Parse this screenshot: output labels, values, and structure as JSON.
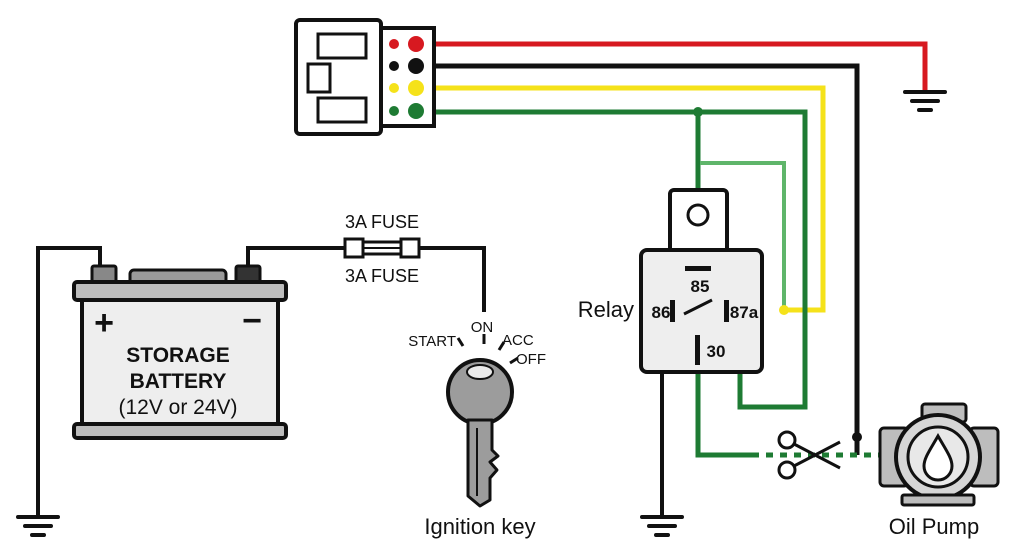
{
  "battery": {
    "plus": "+",
    "minus": "−",
    "line1": "STORAGE",
    "line2": "BATTERY",
    "line3": "(12V or 24V)"
  },
  "fuse": {
    "label_top": "3A FUSE",
    "label_bottom": "3A FUSE"
  },
  "ignition": {
    "positions": {
      "start": "START",
      "on": "ON",
      "acc": "ACC",
      "off": "OFF"
    },
    "caption": "Ignition key"
  },
  "relay": {
    "label": "Relay",
    "pin85": "85",
    "pin86": "86",
    "pin87a": "87a",
    "pin30": "30"
  },
  "pump": {
    "caption": "Oil Pump"
  },
  "wire_colors": {
    "red": "#d71920",
    "black": "#111111",
    "yellow": "#f5e21a",
    "green": "#1e7b33",
    "light_green": "#5fb56a"
  },
  "connector_pins": [
    "red",
    "black",
    "yellow",
    "green"
  ],
  "icons": [
    "ground-icon",
    "scissors-icon",
    "fuse-icon",
    "key-icon",
    "droplet-icon"
  ]
}
